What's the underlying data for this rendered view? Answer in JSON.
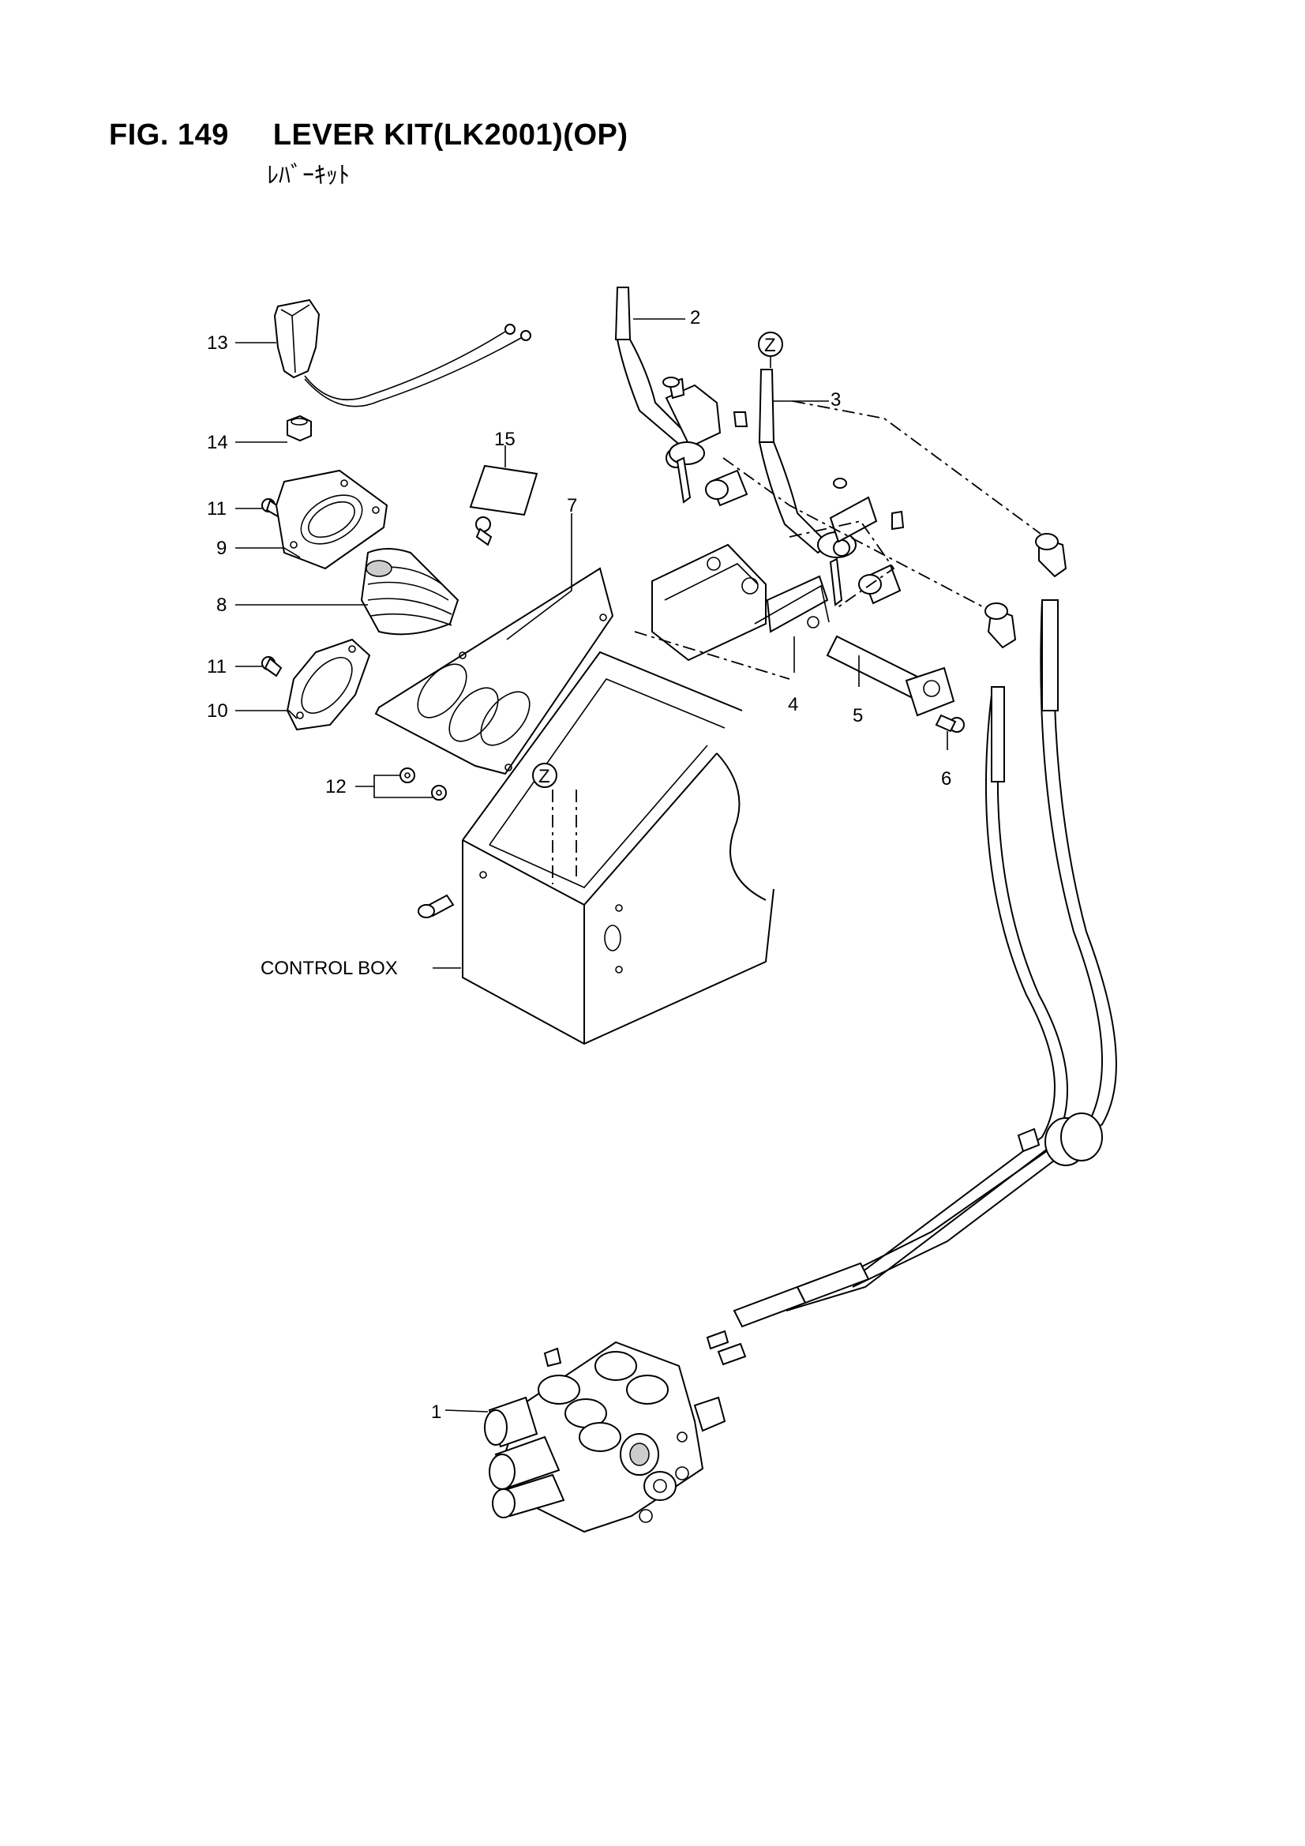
{
  "figure": {
    "number": "FIG. 149",
    "title": "LEVER KIT(LK2001)(OP)",
    "subtitle": "ﾚﾊﾞｰｷｯﾄ"
  },
  "callouts": {
    "c1": "1",
    "c2": "2",
    "c3": "3",
    "c4": "4",
    "c5": "5",
    "c6": "6",
    "c7": "7",
    "c8": "8",
    "c9": "9",
    "c10": "10",
    "c11a": "11",
    "c11b": "11",
    "c12": "12",
    "c13": "13",
    "c14": "14",
    "c15": "15",
    "control_box": "CONTROL BOX",
    "z1": "Z",
    "z2": "Z"
  }
}
